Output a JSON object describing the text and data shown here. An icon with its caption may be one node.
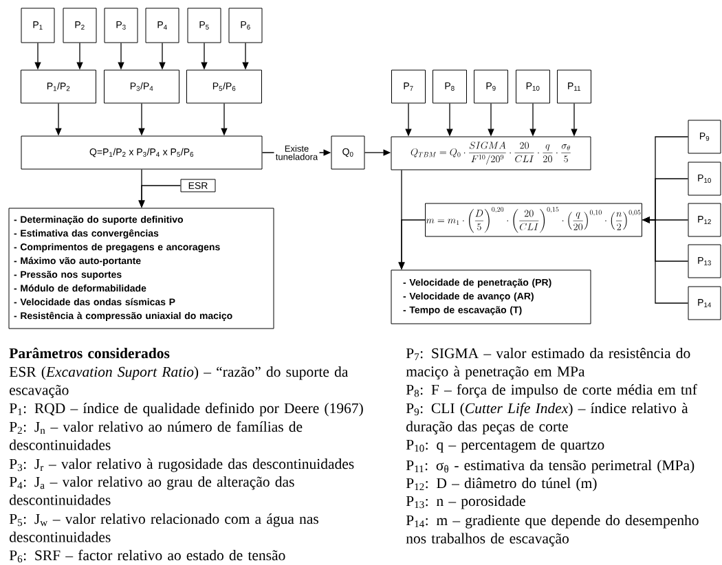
{
  "diagram": {
    "nodes": [
      {
        "text": [
          "P$_{1}$"
        ]
      },
      {
        "text": [
          "P$_{2}$"
        ]
      },
      {
        "text": [
          "P$_{3}$"
        ]
      },
      {
        "text": [
          "P$_{4}$"
        ]
      },
      {
        "text": [
          "P$_{5}$"
        ]
      },
      {
        "text": [
          "P$_{6}$"
        ]
      },
      {
        "text": [
          "P$_{1}$/P$_{2}$"
        ]
      },
      {
        "text": [
          "P$_{3}$/P$_{4}$"
        ]
      },
      {
        "text": [
          "P$_{5}$/P$_{6}$"
        ]
      },
      {
        "text": [
          "Q=P$_{1}$/P$_{2}$ x P$_{3}$/P$_{4}$ x P$_{5}$/P$_{6}$"
        ]
      },
      {
        "text": [
          "ESR"
        ]
      },
      {
        "text": [
          "- Determinação do suporte definitivo",
          "- Estimativa das convergências",
          "- Comprimentos de pregagens e ancoragens",
          "- Máximo vão auto-portante",
          "- Pressão nos suportes",
          "- Módulo de deformabilidade",
          "- Velocidade das ondas sísmicas P",
          "- Resistência à compressão uniaxial do maciço"
        ]
      },
      {
        "text": [
          "Q$_{0}$"
        ]
      },
      {
        "text": [
          "P$_{7}$"
        ]
      },
      {
        "text": [
          "P$_{8}$"
        ]
      },
      {
        "text": [
          "P$_{9}$"
        ]
      },
      {
        "text": [
          "P$_{10}$"
        ]
      },
      {
        "text": [
          "P$_{11}$"
        ]
      },
      {
        "text": [
          "Q_{TBM} = Q_{0} \\cdot \\frac{SIGMA}{F^{10}/20^{9}} \\cdot \\frac{20}{CLI} \\cdot \\frac{q}{20} \\cdot \\frac{\\sigma_{\\theta}}{5}"
        ]
      },
      {
        "text": [
          "m = m_{1} \\cdot \\left(\\frac{D}{5}\\right)^{0,20} \\cdot \\left(\\frac{20}{CLI}\\right)^{0,15} \\cdot \\left(\\frac{q}{20}\\right)^{0,10} \\cdot \\left(\\frac{n}{2}\\right)^{0,05}"
        ]
      },
      {
        "text": [
          "- Velocidade de penetração (PR)",
          "- Velocidade de avanço (AR)",
          "- Tempo de escavação (T)"
        ]
      },
      {
        "text": [
          "P$_{9}$"
        ]
      },
      {
        "text": [
          "P$_{10}$"
        ]
      },
      {
        "text": [
          "P$_{12}$"
        ]
      },
      {
        "text": [
          "P$_{13}$"
        ]
      },
      {
        "text": [
          "P$_{14}$"
        ]
      }
    ],
    "edges": [
      {
        "from": 0,
        "to": 6,
        "arrow": "to"
      },
      {
        "from": 1,
        "to": 6,
        "arrow": "to"
      },
      {
        "from": 2,
        "to": 7,
        "arrow": "to"
      },
      {
        "from": 3,
        "to": 7,
        "arrow": "to"
      },
      {
        "from": 4,
        "to": 8,
        "arrow": "to"
      },
      {
        "from": 5,
        "to": 8,
        "arrow": "to"
      },
      {
        "from": 6,
        "to": 9,
        "arrow": "to"
      },
      {
        "from": 7,
        "to": 9,
        "arrow": "to"
      },
      {
        "from": 8,
        "to": 9,
        "arrow": "to"
      },
      {
        "from": 9,
        "to": 11,
        "arrow": "to"
      },
      {
        "from": 10,
        "to": 11,
        "arrow": "to"
      },
      {
        "from": 9,
        "to": 12,
        "arrow": "to",
        "label": "Existe tuneladora"
      },
      {
        "from": 12,
        "to": 18,
        "arrow": "to"
      },
      {
        "from": 13,
        "to": 18,
        "arrow": "to"
      },
      {
        "from": 14,
        "to": 18,
        "arrow": "to"
      },
      {
        "from": 15,
        "to": 18,
        "arrow": "to"
      },
      {
        "from": 16,
        "to": 18,
        "arrow": "to"
      },
      {
        "from": 17,
        "to": 18,
        "arrow": "to"
      },
      {
        "from": 18,
        "to": 20,
        "arrow": "to"
      },
      {
        "from": 19,
        "to": 20,
        "arrow": "to"
      },
      {
        "from": 21,
        "to": 19,
        "arrow": "to"
      },
      {
        "from": 22,
        "to": 19,
        "arrow": "to"
      },
      {
        "from": 23,
        "to": 19,
        "arrow": "to"
      },
      {
        "from": 24,
        "to": 19,
        "arrow": "to"
      },
      {
        "from": 25,
        "to": 19,
        "arrow": "to"
      }
    ],
    "labels": [
      "Parâmetros considerados",
      "ESR (*Excavation Suport Ratio*) – “razão” do suporte da escavação",
      "P$_{1}$: RQD – índice de qualidade definido por Deere (1967)",
      "P$_{2}$: J$_{n}$ – valor relativo ao número de famílias de descontinuidades",
      "P$_{3}$: J$_{r}$ – valor relativo à rugosidade das descontinuidades",
      "P$_{4}$: J$_{a}$ – valor relativo ao grau de alteração das descontinuidades",
      "P$_{5}$: J$_{w}$ – valor relativo relacionado com a água nas descontinuidades",
      "P$_{6}$: SRF – factor relativo ao estado de tensão",
      "P$_{7}$: SIGMA – valor estimado da resistência do maciço à penetração em MPa",
      "P$_{8}$: F – força de impulso de corte média em tnf",
      "P$_{9}$: CLI (*Cutter Life Index*) – índice relativo à duração das peças de corte",
      "P$_{10}$: q – percentagem de quartzo",
      "P$_{11}$: σ$_{θ}$ - estimativa da tensão perimetral (MPa)",
      "P$_{12}$: D – diâmetro do túnel (m)",
      "P$_{13}$: n – porosidade",
      "P$_{14}$: m – gradiente que depende do desempenho nos trabalhos de escavação"
    ]
  }
}
